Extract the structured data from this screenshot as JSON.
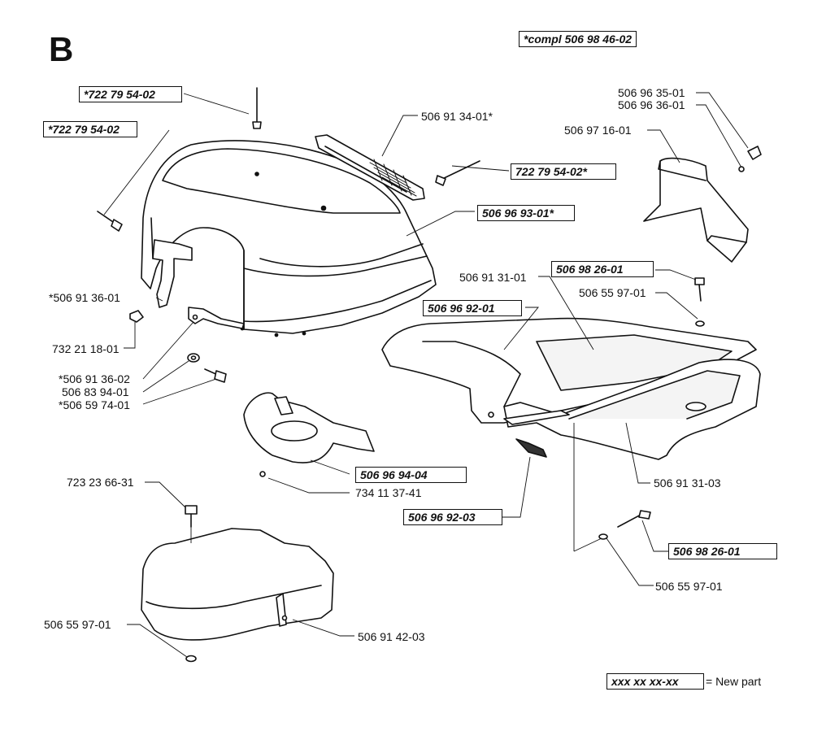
{
  "section": "B",
  "compl_label": "*compl 506 98 46-02",
  "legend": {
    "sample": "xxx xx xx-xx",
    "text": "= New part"
  },
  "parts": {
    "p1": "*722 79 54-02",
    "p2": "*722 79 54-02",
    "p3": "506 91 34-01*",
    "p4": "722 79 54-02*",
    "p5": "506 96 93-01*",
    "p6": "*506 91 36-01",
    "p7": "732 21 18-01",
    "p8": "*506 91 36-02",
    "p9": "506 83 94-01",
    "p10": "*506 59 74-01",
    "p11": "506 96 35-01",
    "p12": "506 96 36-01",
    "p13": "506 97 16-01",
    "p14": "506 91 31-01",
    "p15": "506 98 26-01",
    "p16": "506 55 97-01",
    "p17": "506 96 92-01",
    "p18": "506 96 94-04",
    "p19": "734 11 37-41",
    "p20": "723 23 66-31",
    "p21": "506 96 92-03",
    "p22": "506 91 31-03",
    "p23": "506 98 26-01",
    "p24": "506 55 97-01",
    "p25": "506 55 97-01",
    "p26": "506 91 42-03"
  }
}
